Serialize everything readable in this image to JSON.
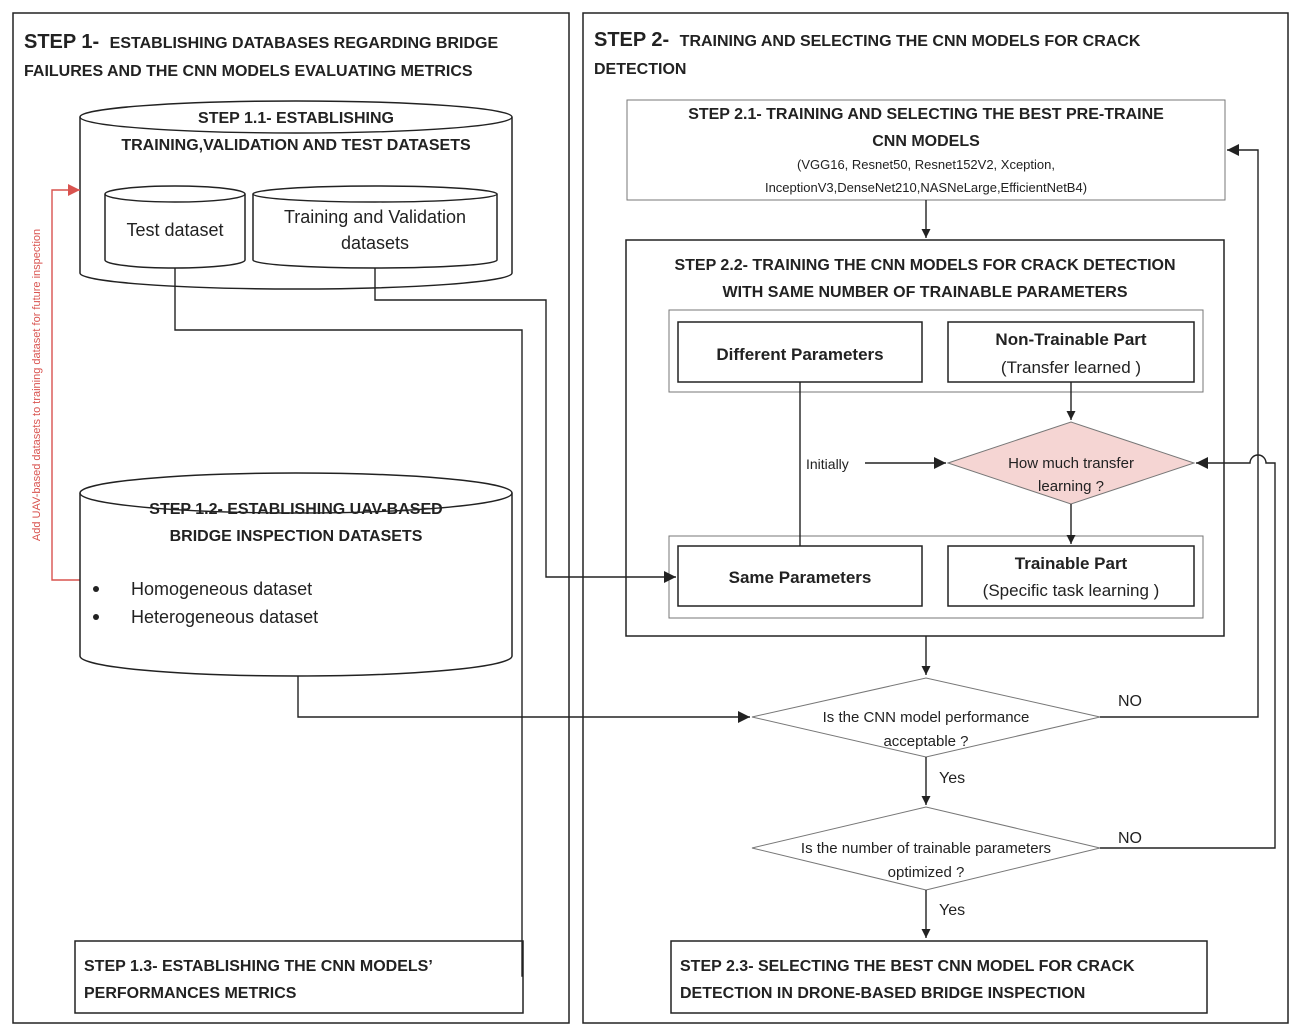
{
  "step1": {
    "title_lead": "STEP 1-",
    "title_rest": "ESTABLISHING DATABASES REGARDING BRIDGE",
    "title_line2": "FAILURES AND THE CNN MODELS EVALUATING METRICS"
  },
  "step1_1": {
    "line1": "STEP 1.1- ESTABLISHING",
    "line2": "TRAINING,VALIDATION AND TEST DATASETS",
    "test_dataset": "Test dataset",
    "train_val_line1": "Training and Validation",
    "train_val_line2": "datasets"
  },
  "feedback_label": "Add UAV-based datasets to training dataset for future inspection",
  "step1_2": {
    "line1": "STEP 1.2- ESTABLISHING UAV-BASED",
    "line2": "BRIDGE INSPECTION DATASETS",
    "bullets": [
      "Homogeneous dataset",
      "Heterogeneous dataset"
    ]
  },
  "step1_3": {
    "line1": "STEP 1.3- ESTABLISHING THE CNN MODELS’",
    "line2": "PERFORMANCES METRICS"
  },
  "step2": {
    "title_lead": "STEP 2-",
    "title_rest": "TRAINING AND  SELECTING  THE CNN MODELS FOR CRACK",
    "title_line2": "DETECTION"
  },
  "step2_1": {
    "line1": "STEP 2.1- TRAINING AND SELECTING THE BEST PRE-TRAINE",
    "line2": "CNN MODELS",
    "models_line1": "(VGG16, Resnet50, Resnet152V2, Xception,",
    "models_line2": "InceptionV3,DenseNet210,NASNeLarge,EfficientNetB4)"
  },
  "step2_2": {
    "line1": "STEP 2.2- TRAINING THE CNN MODELS FOR CRACK DETECTION",
    "line2": "WITH SAME NUMBER OF TRAINABLE PARAMETERS",
    "different_params": "Different Parameters",
    "non_trainable_title": "Non-Trainable Part",
    "non_trainable_sub": "(Transfer learned )",
    "same_params": "Same Parameters",
    "trainable_title": "Trainable Part",
    "trainable_sub": "(Specific task learning )",
    "initially": "Initially",
    "how_much_line1": "How much transfer",
    "how_much_line2": "learning ?"
  },
  "decision1": {
    "line1": "Is the CNN model performance",
    "line2": "acceptable ?"
  },
  "decision2": {
    "line1": "Is the number of trainable parameters",
    "line2": "optimized ?"
  },
  "labels": {
    "no": "NO",
    "yes": "Yes"
  },
  "step2_3": {
    "line1": "STEP 2.3- SELECTING THE BEST CNN MODEL FOR CRACK",
    "line2": "DETECTION IN DRONE-BASED BRIDGE INSPECTION"
  },
  "colors": {
    "decision_fill": "#f5d5d3",
    "feedback_arrow": "#d9534f",
    "stroke": "#222222"
  }
}
